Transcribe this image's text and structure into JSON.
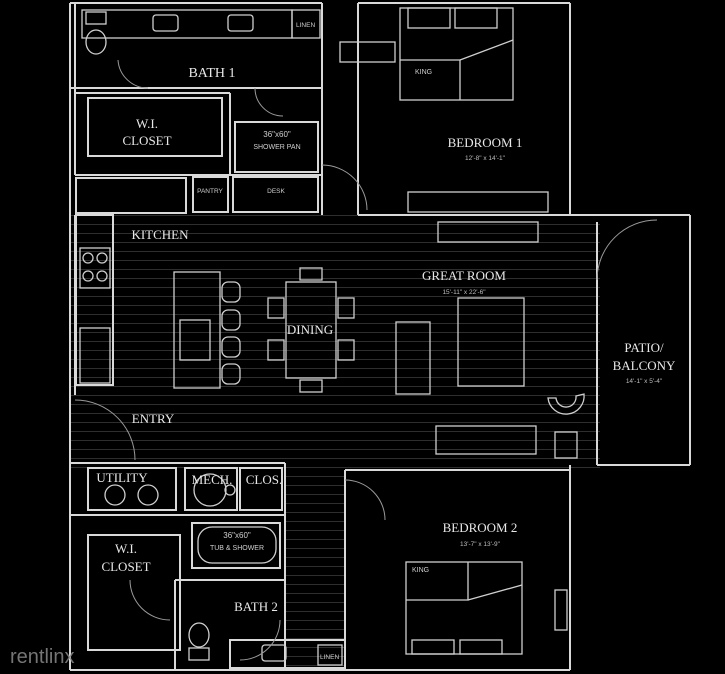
{
  "rooms": {
    "bath1": "BATH 1",
    "wi_closet_1": [
      "W.I.",
      "CLOSET"
    ],
    "shower_pan": [
      "36\"x60\"",
      "SHOWER PAN"
    ],
    "bedroom1": "BEDROOM 1",
    "bedroom1_dim": "12'-8\" x 14'-1\"",
    "king1": "KING",
    "linen1": "LINEN",
    "pantry": "PANTRY",
    "desk": "DESK",
    "kitchen": "KITCHEN",
    "great_room": "GREAT ROOM",
    "great_room_dim": "15'-11\" x 22'-6\"",
    "dining": "DINING",
    "patio": [
      "PATIO/",
      "BALCONY"
    ],
    "patio_dim": "14'-1\" x 5'-4\"",
    "entry": "ENTRY",
    "utility": "UTILITY",
    "mech": "MECH.",
    "clos": "CLOS.",
    "tub_shower": [
      "36\"x60\"",
      "TUB & SHOWER"
    ],
    "wi_closet_2": [
      "W.I.",
      "CLOSET"
    ],
    "bedroom2": "BEDROOM 2",
    "bedroom2_dim": "13'-7\" x 13'-9\"",
    "king2": "KING",
    "bath2": "BATH 2",
    "linen2": "LINEN"
  },
  "watermark": "rentlinx",
  "colors": {
    "background": "#000000",
    "wall": "#d9d9d9",
    "floor_lines": "#2e2e2e",
    "fixture": "#cfcfcf"
  }
}
